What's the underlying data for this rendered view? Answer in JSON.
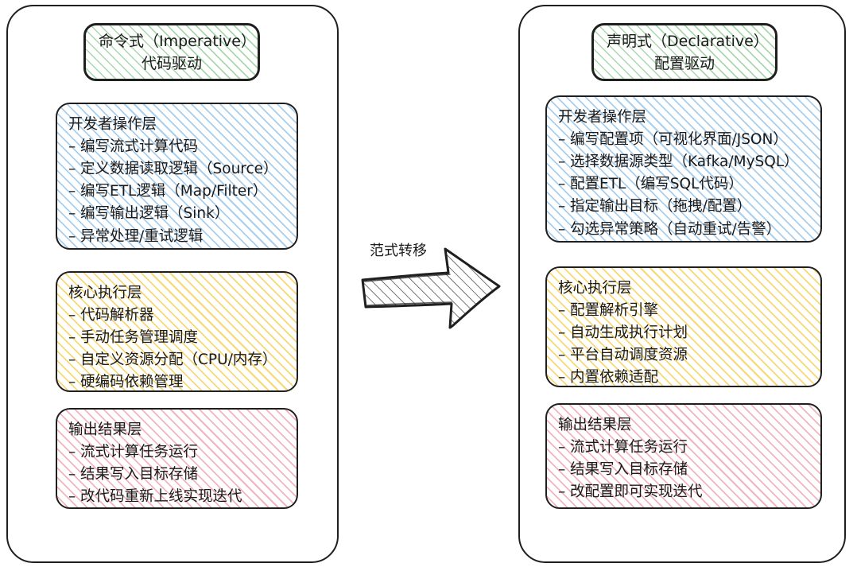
{
  "diagram": {
    "title": "Imperative vs Declarative stream-processing paradigm shift",
    "colors": {
      "outline": "#1f1f1f",
      "hatch_green": "#a8d8ab",
      "hatch_blue": "#a9cfee",
      "hatch_yellow": "#f7d873",
      "hatch_pink": "#f3b5bd",
      "background": "#ffffff"
    }
  },
  "left": {
    "header": {
      "line1": "命令式（Imperative）",
      "line2": "代码驱动"
    },
    "layers": [
      {
        "id": "developer-layer",
        "title": "开发者操作层",
        "items": [
          "编写流式计算代码",
          "定义数据读取逻辑（Source）",
          "编写ETL逻辑（Map/Filter）",
          "编写输出逻辑（Sink）",
          "异常处理/重试逻辑"
        ]
      },
      {
        "id": "core-exec-layer",
        "title": "核心执行层",
        "items": [
          "代码解析器",
          "手动任务管理调度",
          "自定义资源分配（CPU/内存）",
          "硬编码依赖管理"
        ]
      },
      {
        "id": "output-layer",
        "title": "输出结果层",
        "items": [
          "流式计算任务运行",
          "结果写入目标存储",
          "改代码重新上线实现迭代"
        ]
      }
    ]
  },
  "right": {
    "header": {
      "line1": "声明式（Declarative）",
      "line2": "配置驱动"
    },
    "layers": [
      {
        "id": "developer-layer",
        "title": "开发者操作层",
        "items": [
          "编写配置项（可视化界面/JSON）",
          "选择数据源类型（Kafka/MySQL）",
          "配置ETL（编写SQL代码）",
          "指定输出目标（拖拽/配置）",
          "勾选异常策略（自动重试/告警）"
        ]
      },
      {
        "id": "core-exec-layer",
        "title": "核心执行层",
        "items": [
          "配置解析引擎",
          "自动生成执行计划",
          "平台自动调度资源",
          "内置依赖适配"
        ]
      },
      {
        "id": "output-layer",
        "title": "输出结果层",
        "items": [
          "流式计算任务运行",
          "结果写入目标存储",
          "改配置即可实现迭代"
        ]
      }
    ]
  },
  "center": {
    "arrow_label": "范式转移",
    "arrow_icon": "right-arrow-hatched-icon"
  },
  "bullet": {
    "dash": "–"
  }
}
